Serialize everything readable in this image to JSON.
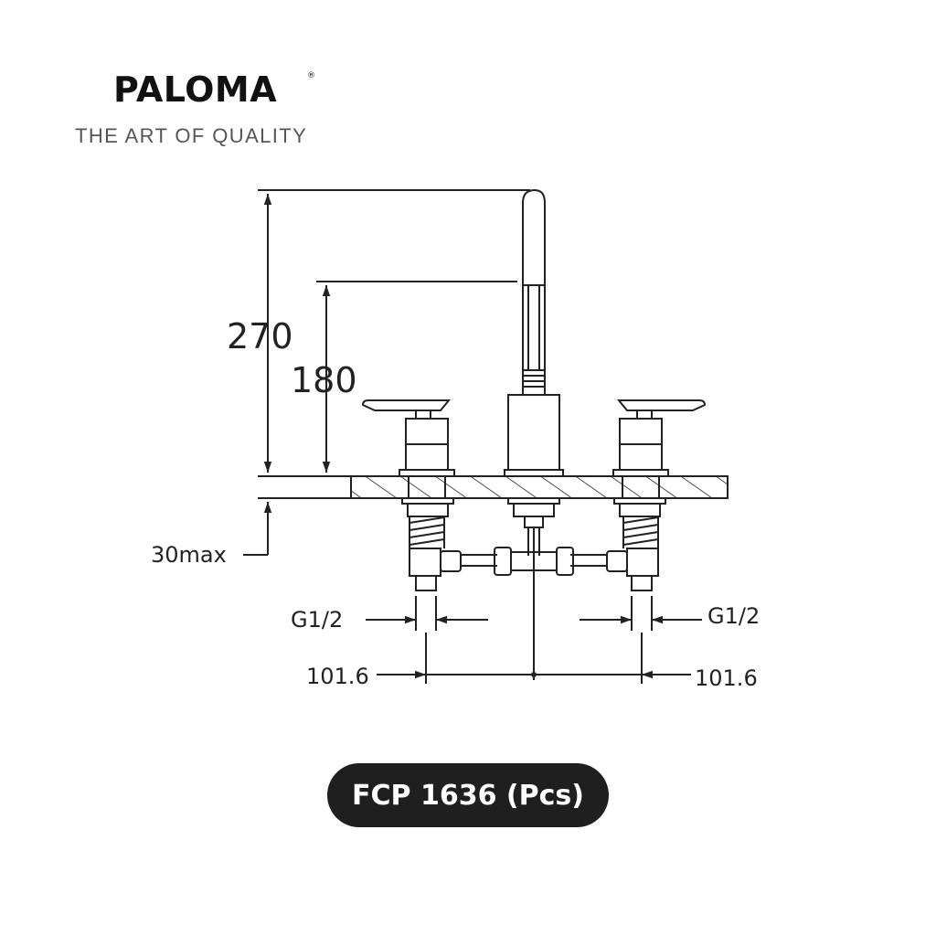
{
  "brand": {
    "logo": "PALOMA",
    "registered": "®",
    "tagline": "THE ART OF QUALITY"
  },
  "drawing": {
    "dims": {
      "total_height": "270",
      "spout_height": "180",
      "deck_thickness": "30max",
      "inlet_left": "G1/2",
      "inlet_right": "G1/2",
      "spacing_left": "101.6",
      "spacing_right": "101.6"
    }
  },
  "product": {
    "label": "FCP 1636 (Pcs)"
  }
}
